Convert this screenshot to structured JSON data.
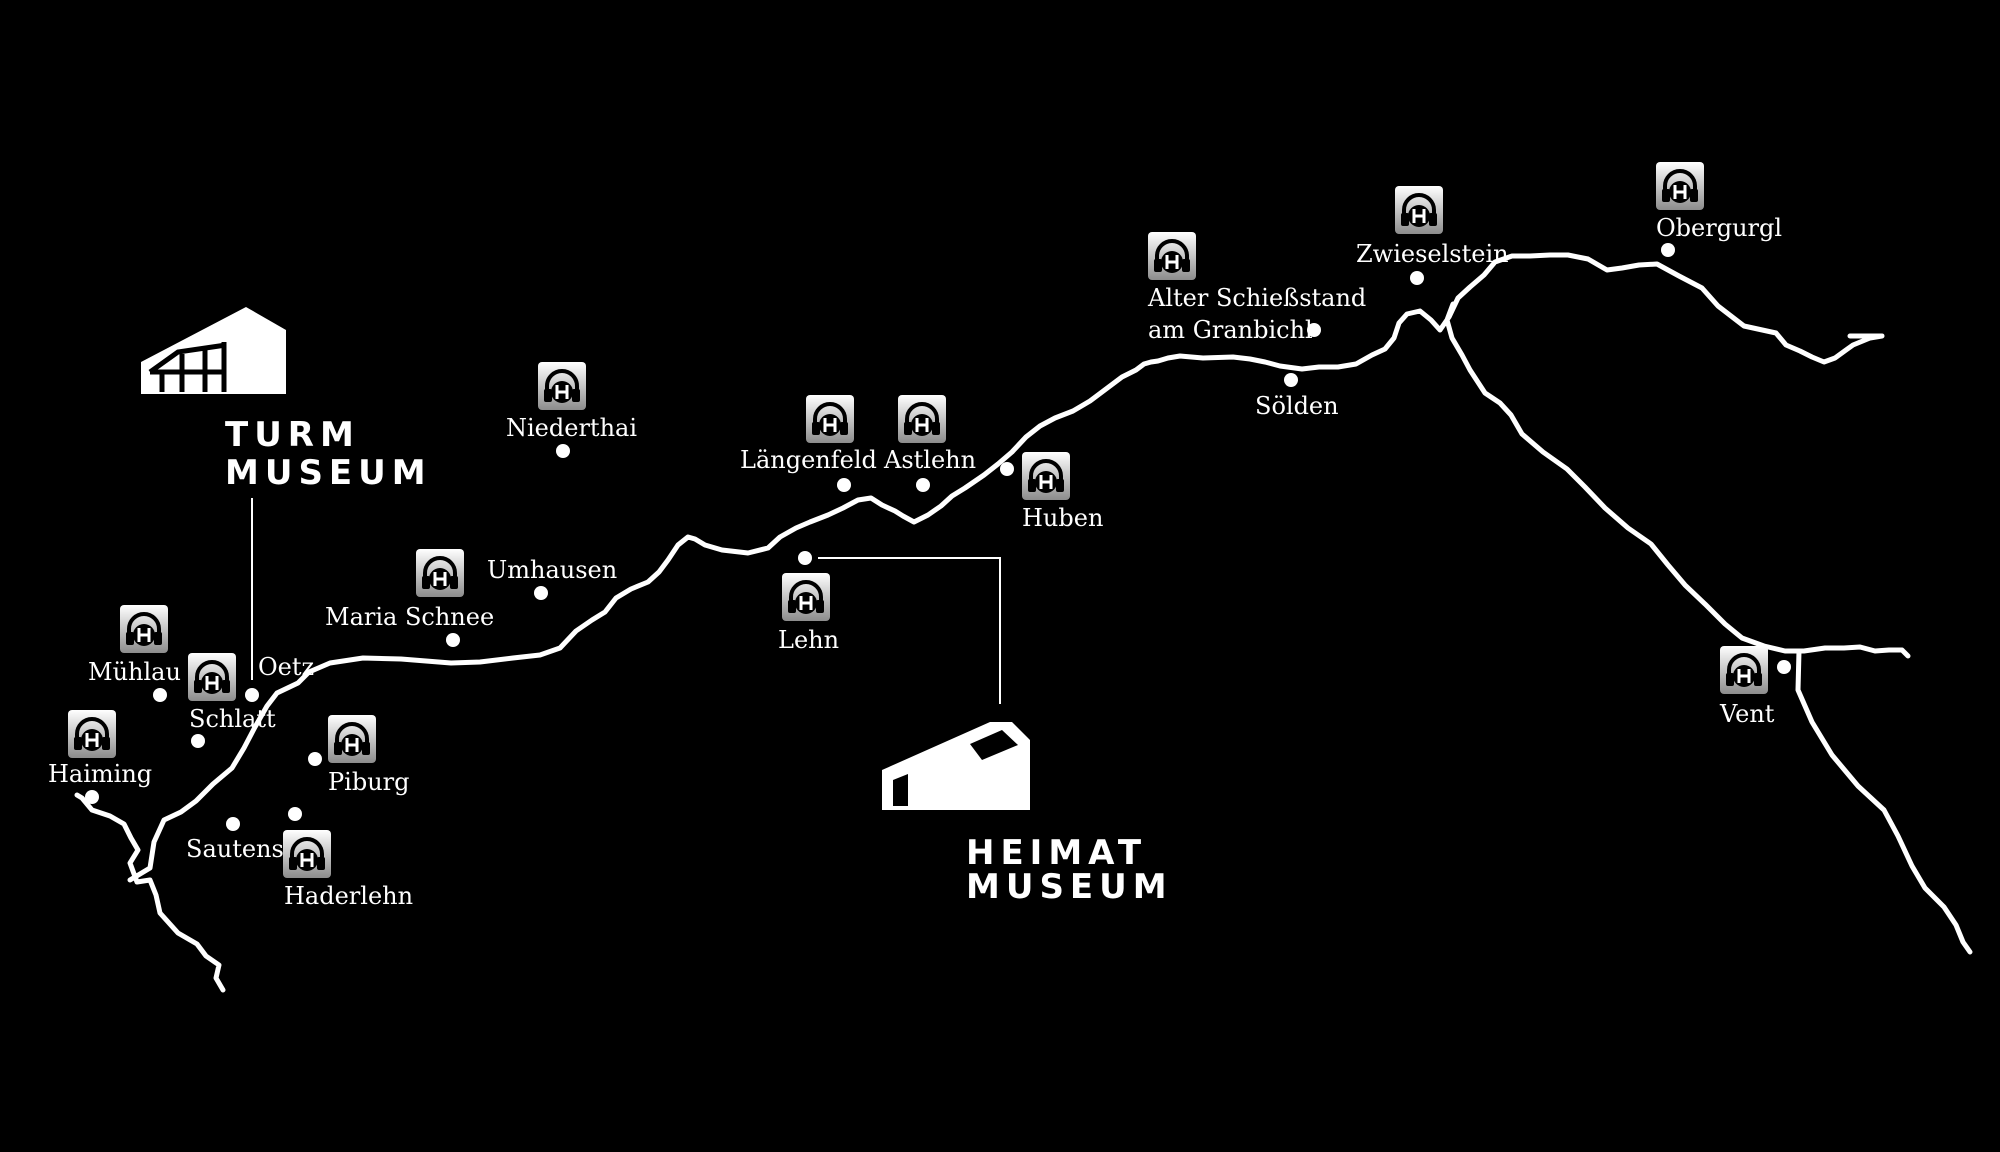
{
  "background_color": "#000000",
  "line_color": "#ffffff",
  "icon_name": "audio-headphones-h-icon",
  "icon_letter": "H",
  "museums": [
    {
      "id": "turm",
      "name_line1": "TURM",
      "name_line2": "MUSEUM"
    },
    {
      "id": "heimat",
      "name_line1": "HEIMAT",
      "name_line2": "MUSEUM"
    }
  ],
  "places": [
    {
      "id": "muehlau",
      "name": "Mühlau"
    },
    {
      "id": "haiming",
      "name": "Haiming"
    },
    {
      "id": "schlatt",
      "name": "Schlatt"
    },
    {
      "id": "oetz",
      "name": "Oetz"
    },
    {
      "id": "piburg",
      "name": "Piburg"
    },
    {
      "id": "sautens",
      "name": "Sautens"
    },
    {
      "id": "haderlehn",
      "name": "Haderlehn"
    },
    {
      "id": "maria-schnee",
      "name": "Maria Schnee"
    },
    {
      "id": "umhausen",
      "name": "Umhausen"
    },
    {
      "id": "niederthai",
      "name": "Niederthai"
    },
    {
      "id": "laengenfeld",
      "name": "Längenfeld"
    },
    {
      "id": "astlehn",
      "name": "Astlehn"
    },
    {
      "id": "huben",
      "name": "Huben"
    },
    {
      "id": "lehn",
      "name": "Lehn"
    },
    {
      "id": "alter-schiessstand",
      "name": "Alter Schießstand",
      "name2": "am Granbichl"
    },
    {
      "id": "soelden",
      "name": "Sölden"
    },
    {
      "id": "zwieselstein",
      "name": "Zwieselstein"
    },
    {
      "id": "obergurgl",
      "name": "Obergurgl"
    },
    {
      "id": "vent",
      "name": "Vent"
    }
  ]
}
